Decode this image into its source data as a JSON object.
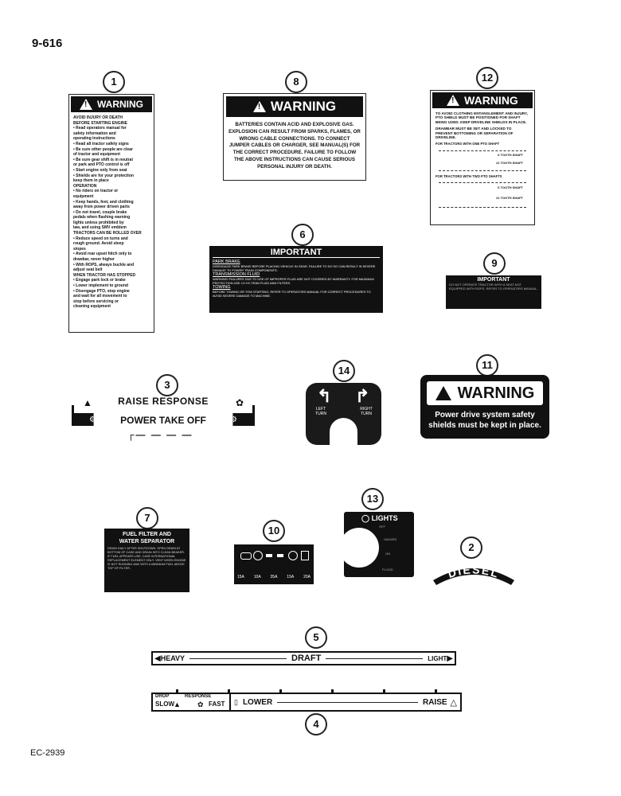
{
  "page": {
    "number": "9-616",
    "footer_code": "EC-2939"
  },
  "callouts": {
    "c1": "1",
    "c2": "2",
    "c3": "3",
    "c4": "4",
    "c5": "5",
    "c6": "6",
    "c7": "7",
    "c8": "8",
    "c9": "9",
    "c10": "10",
    "c11": "11",
    "c12": "12",
    "c13": "13",
    "c14": "14"
  },
  "decal1": {
    "header": "WARNING",
    "lines": [
      "AVOID INJURY OR DEATH",
      "BEFORE STARTING ENGINE",
      "• Read operators manual for",
      "safety information and",
      "operating instructions",
      "• Read all tractor safety signs",
      "• Be sure other people are clear",
      "of tractor and equipment",
      "• Be sure gear shift is in neutral",
      "or park and PTO control is off",
      "• Start engine only from seat",
      "• Shields are for your protection",
      "keep them in place",
      "OPERATION",
      "• No riders on tractor or",
      "equipment",
      "• Keep hands, feet, and clothing",
      "away from power driven parts",
      "• Do not travel, couple brake",
      "pedals when flashing warning",
      "lights unless prohibited by",
      "law, and using SMV emblem",
      "TRACTORS CAN BE ROLLED OVER",
      "• Reduce speed on turns and",
      "rough ground. Avoid steep",
      "slopes",
      "• Avoid rear upset hitch only to",
      "drawbar, never higher",
      "• With ROPS, always buckle and",
      "adjust seat belt",
      "WHEN TRACTOR HAS STOPPED",
      "• Engage park lock or brake",
      "• Lower implement to ground",
      "• Disengage PTO, stop engine",
      "and wait for all movement to",
      "stop before servicing or",
      "cleaning equipment"
    ]
  },
  "decal8": {
    "header": "WARNING",
    "text": "BATTERIES CONTAIN ACID AND EXPLOSIVE GAS. EXPLOSION CAN RESULT FROM SPARKS, FLAMES, OR WRONG CABLE CONNECTIONS. TO CONNECT JUMPER CABLES OR CHARGER, SEE MANUAL(S) FOR THE CORRECT PROCEDURE. FAILURE TO FOLLOW THE ABOVE INSTRUCTIONS CAN CAUSE SERIOUS PERSONAL INJURY OR DEATH."
  },
  "decal12": {
    "header": "WARNING",
    "text1": "TO AVOID CLOTHING ENTANGLEMENT AND INJURY, PTO SHIELD MUST BE POSITIONED FOR SHAFT BEING USED. KEEP DRIVELINE SHIELDS IN PLACE.",
    "text2": "DRAWBAR MUST BE SET AND LOCKED TO PREVENT BOTTOMING OR SEPARATION OF DRIVELINE.",
    "sub1": "FOR TRACTORS WITH ONE PTO SHAFT",
    "sub2": "FOR TRACTORS WITH TWO PTO SHAFTS",
    "shaft1": "6 TOOTH SHAFT",
    "shaft2": "21 TOOTH SHAFT"
  },
  "decal6": {
    "header": "IMPORTANT",
    "s1_title": "PARK BRAKE",
    "s1_text": "DISENGAGE PARK BRAKE BEFORE PLACING VEHICLE IN GEAR. FAILURE TO DO SO CAN RESULT IN SEVERE DAMAGE TO POWER TRAIN COMPONENTS.",
    "s2_title": "TRANSMISSION FLUID",
    "s2_text": "WARNING! FAILURES DUE TO USE OF IMPROPER FLUID ARE NOT COVERED BY WARRANTY. FOR MAXIMUM PROTECTION USE I-H HY-TRAN FLUID AND FILTERS.",
    "s3_title": "TOWING",
    "s3_text": "BEFORE TOWING OR TOW STARTING, REFER TO OPERATORS MANUAL FOR CORRECT PROCEDURES TO AVOID SEVERE DAMAGE TO MACHINE."
  },
  "decal9": {
    "header": "IMPORTANT",
    "text": "DO NOT OPERATE TRACTOR WITH A SEAT NOT EQUIPPED WITH ROPS. REFER TO OPERATORS MANUAL."
  },
  "decal3": {
    "top": "RAISE RESPONSE",
    "bottom": "POWER TAKE OFF"
  },
  "decal14": {
    "left": "LEFT TURN",
    "right": "RIGHT TURN"
  },
  "decal11": {
    "header": "WARNING",
    "line1": "Power drive system safety",
    "line2": "shields must be kept in place."
  },
  "decal7": {
    "title1": "FUEL FILTER AND",
    "title2": "WATER SEPARATOR",
    "text": "DRAIN DAILY AFTER SHUTDOWN. OPEN DRAIN AT BOTTOM OF CASE AND DRAIN INTO CLEAN BEAKER. IF FUEL APPEARS USE, CASE INTERNATIONAL REPLACEMENT ELEMENT ONLY. VENT WHEN ENGINE IS NOT RUNNING AND WITH A MINIMUM FUEL ABOVE TOP OF FILTER."
  },
  "decal10": {
    "fuses": [
      "15A",
      "10A",
      "35A",
      "15A",
      "20A"
    ]
  },
  "decal13": {
    "title": "LIGHTS",
    "labels": [
      "OFF",
      "HAZARD",
      "ON",
      "FLOOD"
    ]
  },
  "decal2": {
    "text": "DIESEL"
  },
  "decal5": {
    "left": "HEAVY",
    "center": "DRAFT",
    "right": "LIGHT"
  },
  "decal4": {
    "drop": "DROP",
    "response": "RESPONSE",
    "slow": "SLOW",
    "fast": "FAST",
    "lower": "LOWER",
    "raise": "RAISE"
  }
}
